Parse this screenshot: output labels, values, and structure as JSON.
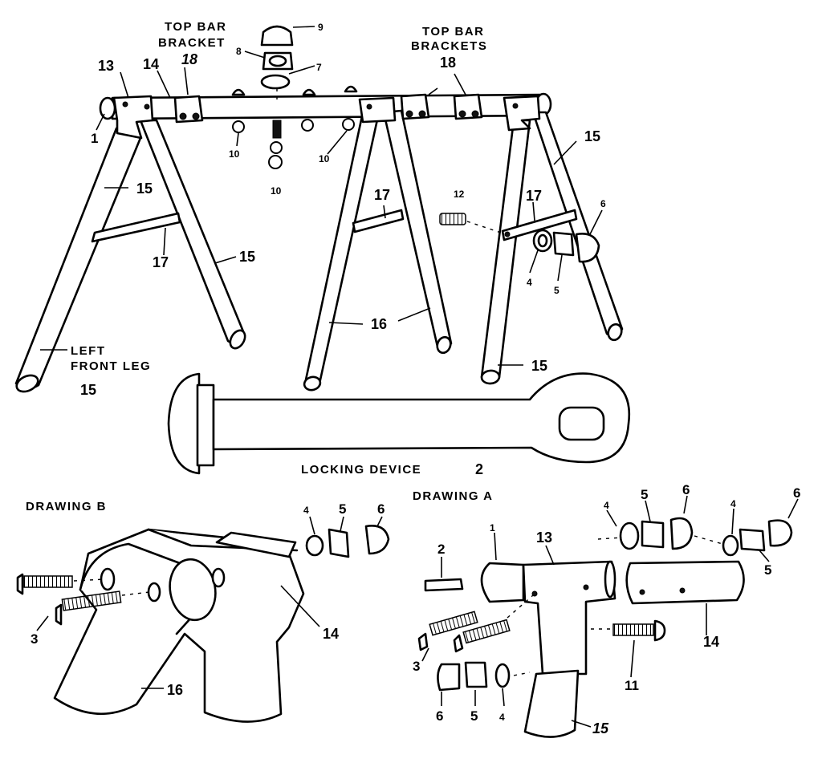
{
  "captions": {
    "top_bar_bracket": [
      "TOP BAR",
      "BRACKET"
    ],
    "top_bar_brackets": [
      "TOP BAR",
      "BRACKETS"
    ],
    "left_front_leg": [
      "LEFT",
      "FRONT LEG"
    ],
    "locking_device": "LOCKING DEVICE",
    "drawing_b": "DRAWING B",
    "drawing_a": "DRAWING A"
  },
  "main_view_labels": {
    "p1": "1",
    "p2": "2",
    "p4": "4",
    "p5": "5",
    "p6": "6",
    "p7": "7",
    "p8": "8",
    "p9": "9",
    "p10": "10",
    "p12": "12",
    "p13": "13",
    "p14": "14",
    "p15": "15",
    "p16": "16",
    "p17": "17",
    "p18": "18"
  },
  "drawing_b_labels": {
    "p3": "3",
    "p4": "4",
    "p5": "5",
    "p6": "6",
    "p14": "14",
    "p16": "16"
  },
  "drawing_a_labels": {
    "p1": "1",
    "p2": "2",
    "p3": "3",
    "p4": "4",
    "p5": "5",
    "p6": "6",
    "p11": "11",
    "p13": "13",
    "p14": "14",
    "p15": "15"
  }
}
